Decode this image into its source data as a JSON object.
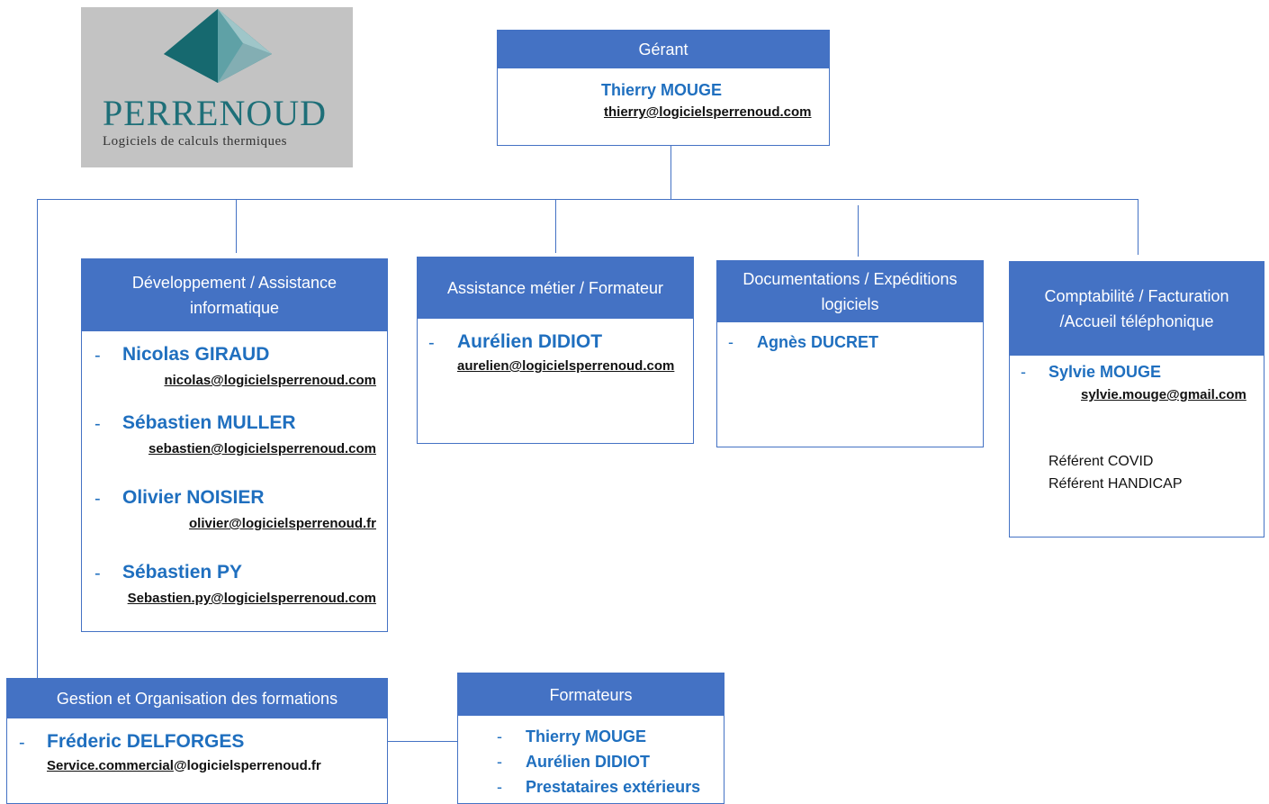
{
  "logo": {
    "brand": "PERRENOUD",
    "tagline": "Logiciels de calculs thermiques"
  },
  "gerant": {
    "title": "Gérant",
    "name": "Thierry MOUGE",
    "email": "thierry@logicielsperrenoud.com"
  },
  "developpement": {
    "title_line1": "Développement / Assistance",
    "title_line2": "informatique",
    "members": [
      {
        "dash": "-",
        "name": "Nicolas GIRAUD",
        "email": "nicolas@logicielsperrenoud.com"
      },
      {
        "dash": "-",
        "name": "Sébastien MULLER",
        "email": "sebastien@logicielsperrenoud.com"
      },
      {
        "dash": "-",
        "name": "Olivier NOISIER",
        "email": "olivier@logicielsperrenoud.fr"
      },
      {
        "dash": "-",
        "name": "Sébastien PY",
        "email": "Sebastien.py@logicielsperrenoud.com"
      }
    ]
  },
  "assistance": {
    "title": "Assistance métier / Formateur",
    "dash": "-",
    "name": "Aurélien DIDIOT",
    "email": "aurelien@logicielsperrenoud.com"
  },
  "documentation": {
    "title_line1": "Documentations / Expéditions",
    "title_line2": "logiciels",
    "dash": "-",
    "name": "Agnès DUCRET"
  },
  "comptabilite": {
    "title_line1": "Comptabilité / Facturation",
    "title_line2": "/Accueil téléphonique",
    "dash": "-",
    "name": "Sylvie MOUGE",
    "email": "sylvie.mouge@gmail.com",
    "roles": [
      "Référent COVID",
      "Référent HANDICAP"
    ]
  },
  "formations": {
    "title": "Gestion et Organisation des formations",
    "dash": "-",
    "name": "Fréderic DELFORGES",
    "email_underlined": "Service.commercial",
    "email_rest": "@logicielsperrenoud.fr"
  },
  "formateurs": {
    "title": "Formateurs",
    "members": [
      {
        "dash": "-",
        "name": "Thierry MOUGE"
      },
      {
        "dash": "-",
        "name": "Aurélien DIDIOT"
      },
      {
        "dash": "-",
        "name": "Prestataires extérieurs"
      }
    ]
  },
  "colors": {
    "header_blue": "#4472c4",
    "name_blue": "#1f6fbf"
  }
}
